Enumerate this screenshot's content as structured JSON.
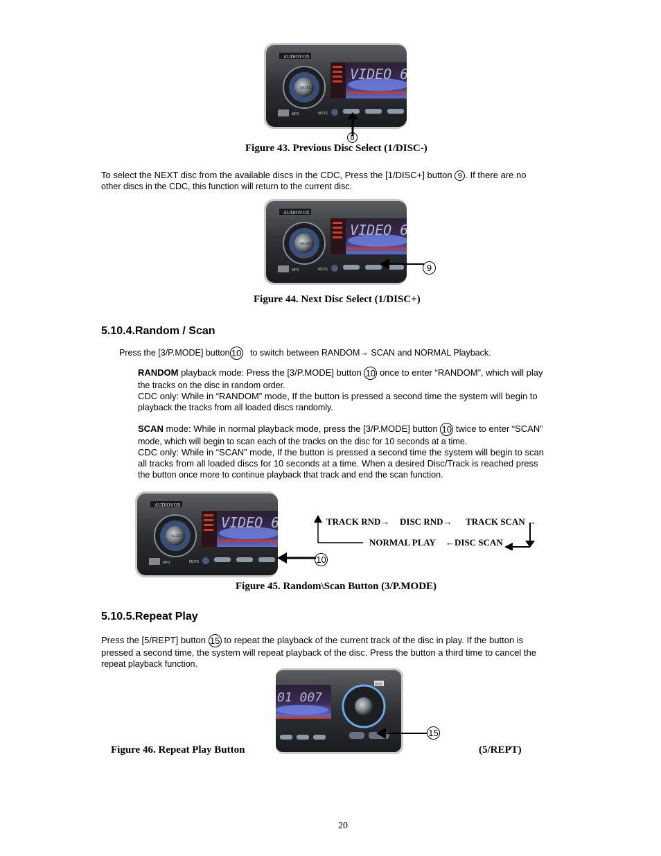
{
  "device": {
    "brand": "AUDIOVOX",
    "display_text": "VIDEO 6",
    "display_text2": "01  007",
    "mp3_label": "MP3",
    "mute_label": "MUTE",
    "select_label": "SELECT",
    "dvd_label": "DVD"
  },
  "figures": {
    "fig43": {
      "caption": "Figure 43. Previous Disc Select (1/DISC-)",
      "callout": "8"
    },
    "fig44": {
      "caption": "Figure 44. Next Disc Select (1/DISC+)",
      "callout": "9"
    },
    "fig45": {
      "caption": "Figure 45. Random\\Scan Button (3/P.MODE)",
      "callout": "10"
    },
    "fig46": {
      "caption_left": "Figure 46. Repeat Play Button",
      "caption_right": "(5/REPT)",
      "callout": "15"
    }
  },
  "next_disc": {
    "line1_a": "To select the NEXT disc from the available discs in the CDC, Press the [1/DISC+] button",
    "num": "9",
    "line1_b": ".   If there are no",
    "line2": "other discs in the CDC, this function will return to the current disc."
  },
  "random_scan": {
    "heading": "5.10.4.Random / Scan",
    "intro_a": "Press the [3/P.MODE] button",
    "intro_num": "10",
    "intro_b": "to switch between RANDOM→ SCAN and NORMAL Playback.",
    "random_label": "RANDOM",
    "random_a": "playback mode: Press the [3/P.MODE] button",
    "random_num": "10",
    "random_b": "once to enter “RANDOM”, which will play",
    "random_line2": "the tracks on the disc in random order.",
    "random_cdc1": "CDC only: While in “RANDOM” mode, If the button is pressed a second time the system will begin to",
    "random_cdc2": "playback the tracks from all loaded discs randomly.",
    "scan_label": "SCAN",
    "scan_a": "mode: While in normal playback mode, press the [3/P.MODE] button",
    "scan_num": "10",
    "scan_b": "twice to enter “SCAN”",
    "scan_line2": "mode, which will begin to scan each of the tracks on the disc for 10 seconds at a time.",
    "scan_cdc1": "CDC only: While in “SCAN” mode, If the button is pressed a second time the system will begin to scan",
    "scan_cdc2": "all tracks from all loaded discs for 10 seconds at a time.  When a desired Disc/Track is reached press",
    "scan_cdc3": "the button once more to continue playback that track and end the scan function.",
    "flow": {
      "track_rnd": "TRACK RND→",
      "disc_rnd": "DISC  RND→",
      "track_scan": "TRACK SCAN →",
      "normal_play": "NORMAL  PLAY",
      "disc_scan": "←DISC SCAN"
    }
  },
  "repeat": {
    "heading": "5.10.5.Repeat Play",
    "line1_a": "Press the [5/REPT] button",
    "num": "15",
    "line1_b": "to repeat the playback of the current track of the disc in play.  If the button is",
    "line2": "pressed a second time, the system will repeat playback of the disc.   Press the button a third time to cancel the",
    "line3": "repeat playback function."
  },
  "page_number": "20"
}
